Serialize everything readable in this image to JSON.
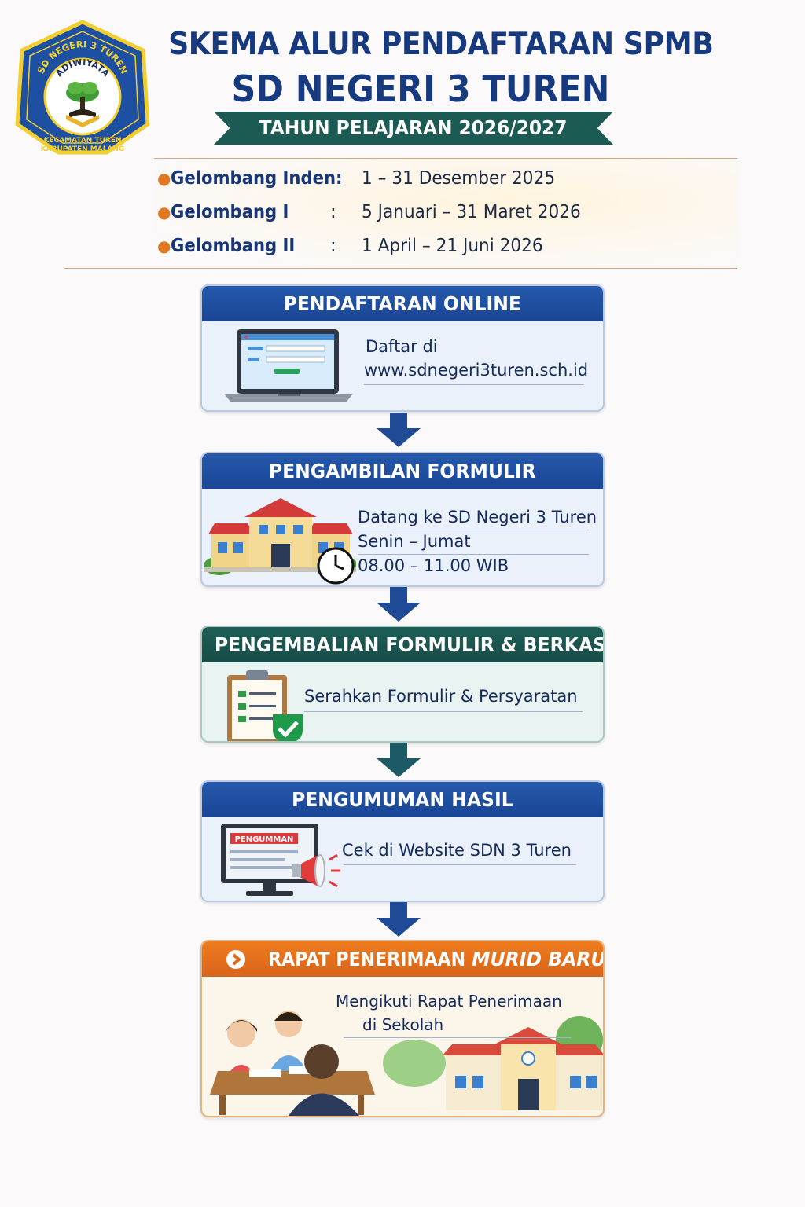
{
  "header": {
    "title_line1": "SKEMA ALUR PENDAFTARAN SPMB",
    "title_line2": "SD NEGERI 3 TUREN",
    "year_ribbon": "TAHUN PELAJARAN 2026/2027"
  },
  "logo": {
    "top_text": "SD NEGERI 3 TUREN",
    "badge_text": "ADIWIYATA",
    "bottom_line1": "KECAMATAN TUREN",
    "bottom_line2": "KABUPATEN MALANG"
  },
  "waves": [
    {
      "name": "Gelombang Inden:",
      "colon": "",
      "date": "1 – 31 Desember 2025"
    },
    {
      "name": "Gelombang I",
      "colon": ":",
      "date": "5 Januari – 31 Maret 2026"
    },
    {
      "name": "Gelombang II",
      "colon": ":",
      "date": "1 April – 21 Juni 2026"
    }
  ],
  "steps": [
    {
      "title": "PENDAFTARAN ONLINE",
      "lines": [
        "Daftar di",
        "www.sdnegeri3turen.sch.id"
      ],
      "icon": "laptop-icon"
    },
    {
      "title": "PENGAMBILAN FORMULIR",
      "lines": [
        "Datang ke SD Negeri 3 Turen",
        "Senin – Jumat",
        "08.00 – 11.00 WIB"
      ],
      "icon": "school-building-icon"
    },
    {
      "title": "PENGEMBALIAN FORMULIR & BERKAS",
      "lines": [
        "Serahkan Formulir & Persyaratan"
      ],
      "icon": "clipboard-check-icon"
    },
    {
      "title": "PENGUMUMAN HASIL",
      "lines": [
        "Cek di Website SDN 3 Turen"
      ],
      "monitor_label": "PENGUMMAN",
      "icon": "monitor-megaphone-icon"
    },
    {
      "title_plain": "RAPAT PENERIMAAN ",
      "title_italic": "MURID BARU",
      "lines": [
        "Mengikuti Rapat Penerimaan",
        "di Sekolah"
      ],
      "icon": "meeting-illustration"
    }
  ],
  "colors": {
    "navy": "#17397e",
    "teal": "#1c5a54",
    "orange": "#ef7c1e",
    "step_blue": "#2559ab"
  }
}
